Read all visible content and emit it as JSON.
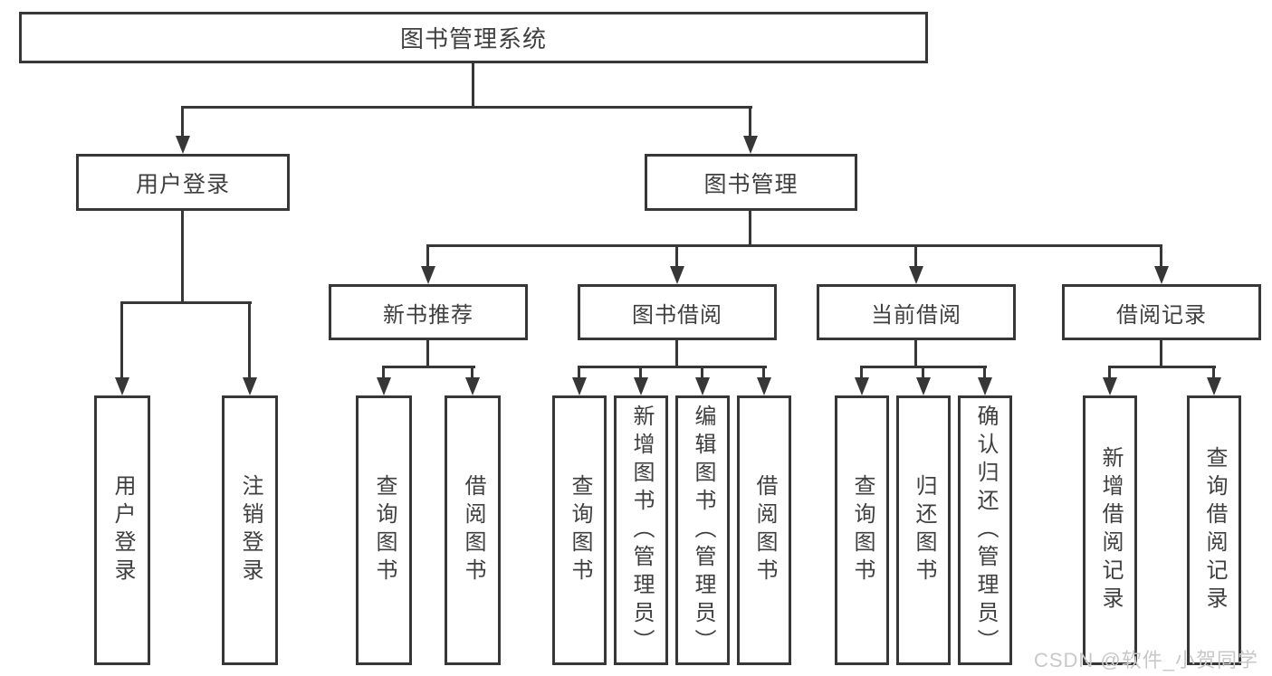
{
  "colors": {
    "line": "#373737",
    "text": "#3f3f3f",
    "background": "#ffffff",
    "watermark": "#c8c8c8"
  },
  "watermark": {
    "text": "CSDN @软件_小贺同学"
  },
  "tree": {
    "label": "图书管理系统",
    "children": [
      {
        "label": "用户登录",
        "children": [
          {
            "label": "用户登录"
          },
          {
            "label": "注销登录"
          }
        ]
      },
      {
        "label": "图书管理",
        "children": [
          {
            "label": "新书推荐",
            "children": [
              {
                "label": "查询图书"
              },
              {
                "label": "借阅图书"
              }
            ]
          },
          {
            "label": "图书借阅",
            "children": [
              {
                "label": "查询图书"
              },
              {
                "label": "新增图书（管理员）"
              },
              {
                "label": "编辑图书（管理员）"
              },
              {
                "label": "借阅图书"
              }
            ]
          },
          {
            "label": "当前借阅",
            "children": [
              {
                "label": "查询图书"
              },
              {
                "label": "归还图书"
              },
              {
                "label": "确认归还（管理员）"
              }
            ]
          },
          {
            "label": "借阅记录",
            "children": [
              {
                "label": "新增借阅记录"
              },
              {
                "label": "查询借阅记录"
              }
            ]
          }
        ]
      }
    ]
  }
}
